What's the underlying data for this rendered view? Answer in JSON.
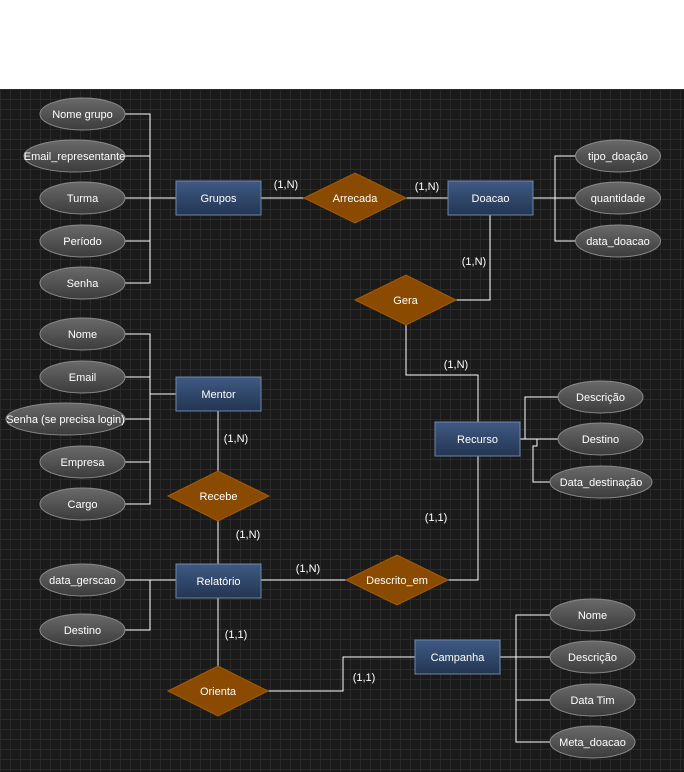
{
  "entities": {
    "grupos": "Grupos",
    "doacao": "Doacao",
    "mentor": "Mentor",
    "recurso": "Recurso",
    "relatorio": "Relatório",
    "campanha": "Campanha"
  },
  "relationships": {
    "arrecada": "Arrecada",
    "gera": "Gera",
    "recebe": "Recebe",
    "descrito_em": "Descrito_em",
    "orienta": "Orienta"
  },
  "attributes": {
    "grupos": [
      "Nome grupo",
      "Email_representante",
      "Turma",
      "Período",
      "Senha"
    ],
    "doacao": [
      "tipo_doação",
      "quantidade",
      "data_doacao"
    ],
    "mentor": [
      "Nome",
      "Email",
      "Senha (se precisa login)",
      "Empresa",
      "Cargo"
    ],
    "recurso": [
      "Descrição",
      "Destino",
      "Data_destinação"
    ],
    "relatorio": [
      "data_gerscao",
      "Destino"
    ],
    "campanha": [
      "Nome",
      "Descrição",
      "Data Tim",
      "Meta_doacao"
    ]
  },
  "cardinalities": {
    "grupos_arrecada": "(1,N)",
    "arrecada_doacao": "(1,N)",
    "doacao_gera": "(1,N)",
    "gera_recurso": "(1,N)",
    "mentor_recebe": "(1,N)",
    "recebe_relatorio": "(1,N)",
    "relatorio_descrito": "(1,N)",
    "recurso_descrito": "(1,1)",
    "relatorio_orienta": "(1,1)",
    "orienta_campanha": "(1,1)"
  }
}
